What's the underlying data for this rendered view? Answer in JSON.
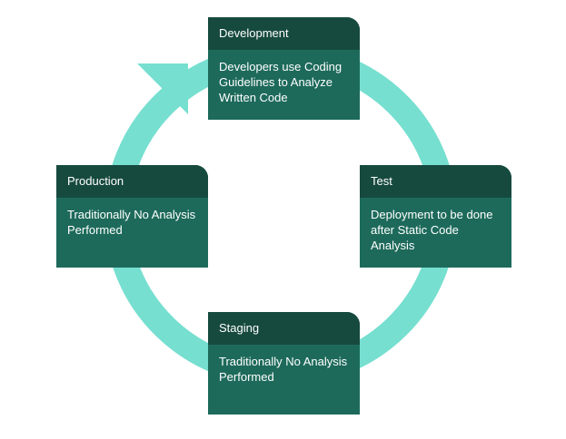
{
  "colors": {
    "ring": "#76dfd0",
    "card_head": "#174a3f",
    "card_body": "#1d6a5b",
    "text": "#ffffff"
  },
  "stages": {
    "development": {
      "title": "Development",
      "description": "Developers use Coding Guidelines  to Analyze Written Code"
    },
    "test": {
      "title": "Test",
      "description": "Deployment to be done after Static Code Analysis"
    },
    "staging": {
      "title": "Staging",
      "description": "Traditionally No Analysis Performed"
    },
    "production": {
      "title": "Production",
      "description": "Traditionally No Analysis Performed"
    }
  }
}
